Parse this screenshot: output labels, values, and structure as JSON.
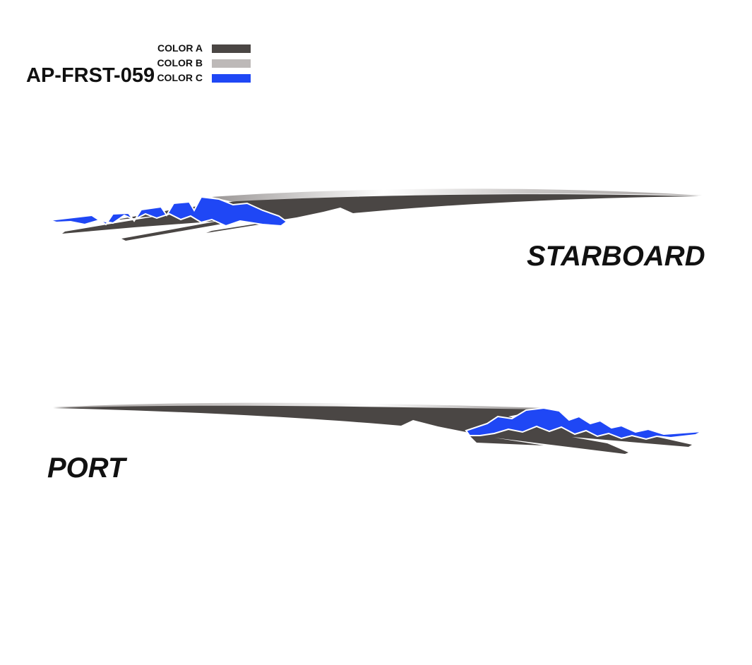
{
  "design_code": "AP-FRST-059",
  "legend": [
    {
      "label": "COLOR A",
      "color": "#4a4644"
    },
    {
      "label": "COLOR B",
      "color": "#bdb9b8"
    },
    {
      "label": "COLOR C",
      "color": "#1f47f5"
    }
  ],
  "views": {
    "starboard_label": "STARBOARD",
    "port_label": "PORT"
  }
}
